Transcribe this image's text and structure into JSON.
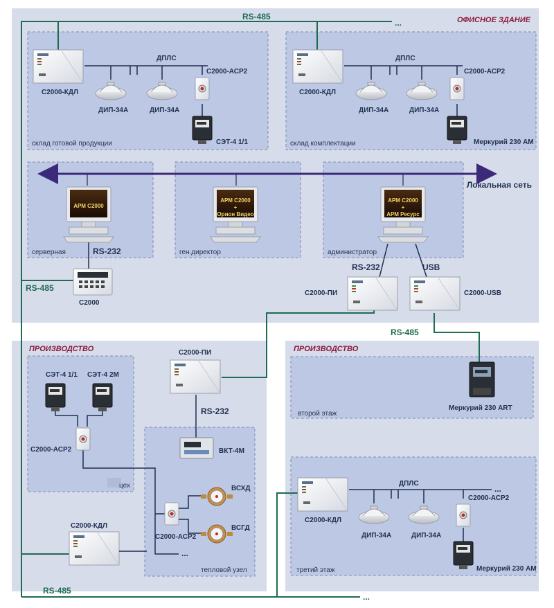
{
  "office_building": "ОФИСНОЕ ЗДАНИЕ",
  "production": "ПРОИЗВОДСТВО",
  "bus": {
    "rs485": "RS-485",
    "rs232": "RS-232",
    "usb": "USB",
    "dpls": "ДПЛС",
    "lan": "Локальная сеть",
    "ellipsis": "..."
  },
  "devices": {
    "kdl": "С2000-КДЛ",
    "acr2": "С2000-АСР2",
    "dip": "ДИП-34А",
    "set411": "СЭТ-4 1/1",
    "set42m": "СЭТ-4 2М",
    "merc230am": "Меркурий 230 АМ",
    "merc230art": "Меркурий 230 ART",
    "pi": "С2000-ПИ",
    "usbdev": "С2000-USB",
    "c2000": "С2000",
    "vkt": "ВКТ-4М",
    "vshd": "ВСХД",
    "vsgd": "ВСГД"
  },
  "zones": {
    "warehouse_products": "склад готовой продукции",
    "warehouse_components": "склад комплектации",
    "server_room": "серверная",
    "director": "ген.директор",
    "admin": "администратор",
    "second_floor": "второй этаж",
    "third_floor": "третий этаж",
    "workshop": "цех",
    "heat_unit": "тепловой узел"
  },
  "screens": {
    "arm": "АРМ С2000",
    "plus": "+",
    "orion": "Орион Видео",
    "resurs": "АРМ Ресурс"
  }
}
